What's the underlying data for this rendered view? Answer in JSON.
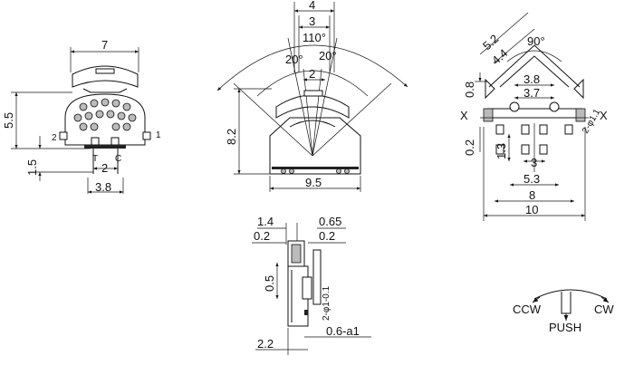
{
  "views": {
    "front": {
      "width": "7",
      "height": "5.5",
      "offset": "1.5",
      "pin_pitch": "2",
      "base_width": "3.8",
      "pin_2": "2",
      "pin_1": "1",
      "pin_t": "T",
      "pin_c": "C"
    },
    "arc": {
      "d4": "4",
      "d3": "3",
      "angle_110": "110°",
      "angle_20_left": "20°",
      "angle_20_right": "20°",
      "d2": "2",
      "height": "8.2",
      "width": "9.5"
    },
    "side": {
      "w1": "1.4",
      "w2": "0.65",
      "t1": "0.2",
      "t2": "0.2",
      "h": "0.5",
      "hole": "2-φ1-0.1",
      "pin": "0.6-a1",
      "base": "2.2"
    },
    "top": {
      "d52": "5.2",
      "d44": "4.4",
      "angle": "90°",
      "d38": "3.8",
      "d37": "3.7",
      "d08": "0.8",
      "d02": "0.2",
      "d13": "1.3",
      "d3": "3",
      "d53": "5.3",
      "d8": "8",
      "d10": "10",
      "x_left": "X",
      "x_right": "X",
      "hole": "2-φ1.1"
    },
    "legend": {
      "ccw": "CCW",
      "cw": "CW",
      "push": "PUSH"
    }
  }
}
